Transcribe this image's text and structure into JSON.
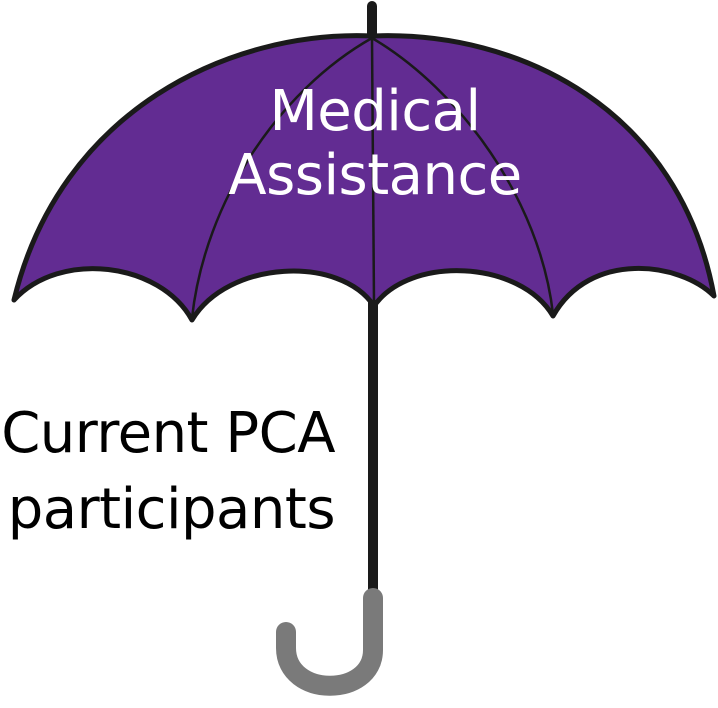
{
  "umbrella": {
    "canopy_color": "#622c92",
    "handle_color": "#7a7a7a",
    "outline_color": "#1a1a1a",
    "canopy_label_line1": "Medical",
    "canopy_label_line2": "Assistance"
  },
  "under_text": {
    "line1": "Current PCA",
    "line2": "participants"
  }
}
